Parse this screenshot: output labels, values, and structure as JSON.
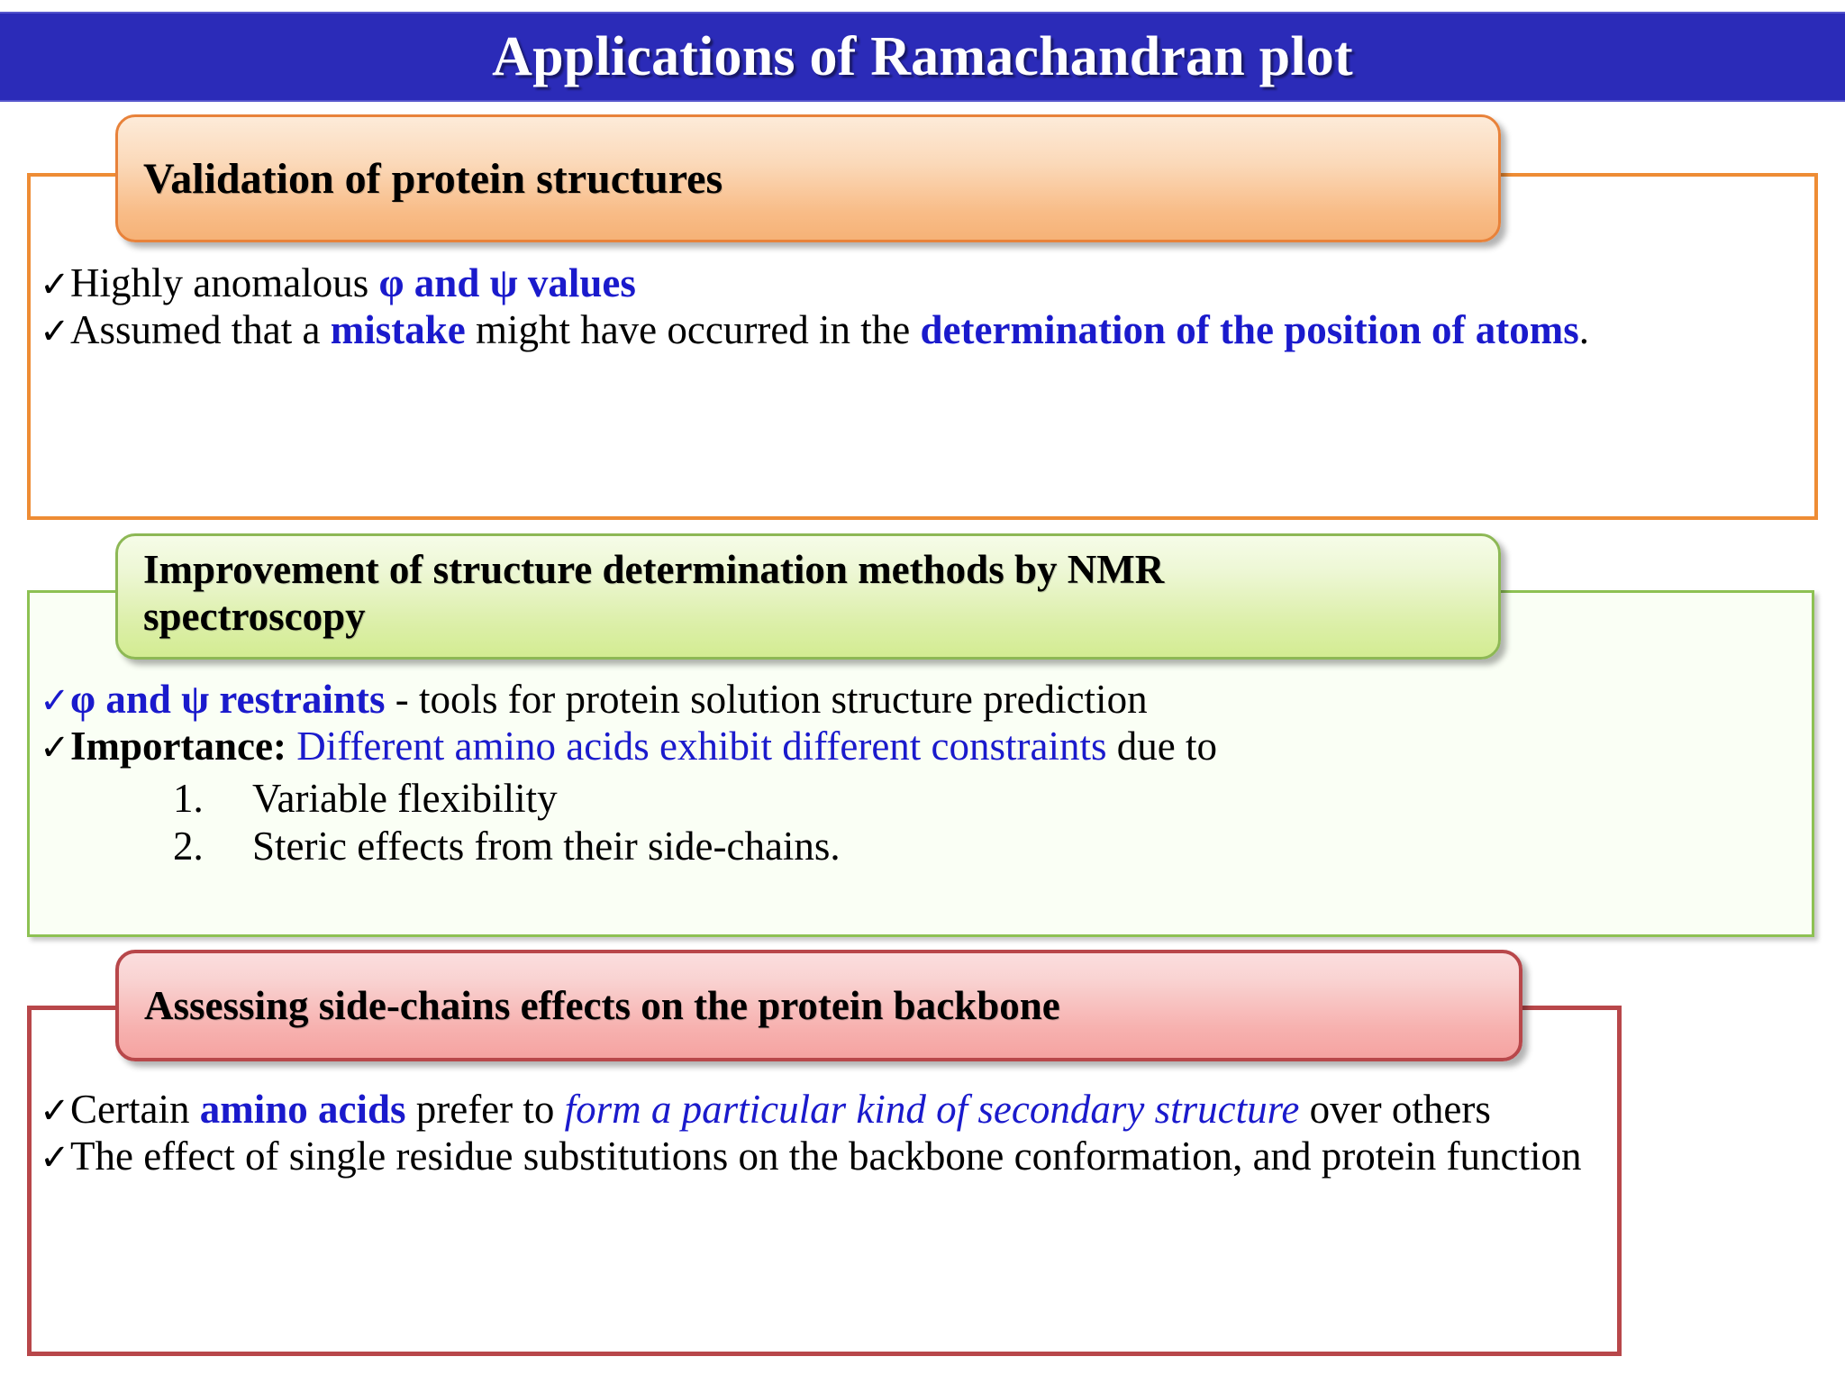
{
  "slide": {
    "title": "Applications of Ramachandran plot",
    "title_bg_color": "#2B2BB8",
    "title_text_color": "#FFFFFF",
    "accent_blue": "#1A1ACC"
  },
  "sections": [
    {
      "id": "validation",
      "header": "Validation of protein structures",
      "header_fill_top": "#FDEBD9",
      "header_fill_bottom": "#F6B277",
      "border_color": "#EE8C34",
      "bullets": [
        {
          "marker": "✓",
          "marker_color": "black",
          "parts": [
            {
              "text": "Highly anomalous ",
              "style": "plain"
            },
            {
              "text": "φ and ψ values",
              "style": "blue-bold"
            }
          ]
        },
        {
          "marker": "✓",
          "marker_color": "black",
          "parts": [
            {
              "text": "Assumed that a ",
              "style": "plain"
            },
            {
              "text": "mistake",
              "style": "blue-bold"
            },
            {
              "text": " might have occurred in the ",
              "style": "plain"
            },
            {
              "text": "determination of the position of atoms",
              "style": "blue-bold"
            },
            {
              "text": ".",
              "style": "plain"
            }
          ]
        }
      ]
    },
    {
      "id": "nmr",
      "header": "Improvement of structure determination methods by NMR spectroscopy",
      "header_line_1": "Improvement of structure determination methods by NMR",
      "header_line_2": "spectroscopy",
      "header_fill_top": "#F6FCE8",
      "header_fill_bottom": "#D3EC92",
      "border_color": "#8DC153",
      "bullets": [
        {
          "marker": "✓",
          "marker_color": "blue",
          "parts": [
            {
              "text": "φ and ψ restraints",
              "style": "blue-bold"
            },
            {
              "text": " -  tools for protein solution structure prediction",
              "style": "plain"
            }
          ]
        },
        {
          "marker": "✓",
          "marker_color": "black",
          "parts": [
            {
              "text": "Importance:",
              "style": "black-bold"
            },
            {
              "text": " Different amino acids exhibit different constraints",
              "style": "blue-regular"
            },
            {
              "text": " due to",
              "style": "plain"
            }
          ]
        }
      ],
      "numbered_items": [
        {
          "number": "1.",
          "text": "Variable flexibility"
        },
        {
          "number": "2.",
          "text": "Steric effects from their side-chains."
        }
      ]
    },
    {
      "id": "sidechains",
      "header": "Assessing side-chains effects on the protein backbone",
      "header_fill_top": "#FBDEDE",
      "header_fill_bottom": "#F5A3A1",
      "border_color": "#B8474A",
      "bullets": [
        {
          "marker": "✓",
          "marker_color": "black",
          "parts": [
            {
              "text": "Certain ",
              "style": "plain"
            },
            {
              "text": "amino acids",
              "style": "blue-bold"
            },
            {
              "text": " prefer to ",
              "style": "plain"
            },
            {
              "text": "form a particular kind of secondary structure",
              "style": "blue-italic"
            },
            {
              "text": " over others",
              "style": "plain"
            }
          ]
        },
        {
          "marker": "✓",
          "marker_color": "black",
          "parts": [
            {
              "text": "The effect of single residue substitutions on the backbone conformation, and protein function",
              "style": "plain"
            }
          ]
        }
      ]
    }
  ]
}
